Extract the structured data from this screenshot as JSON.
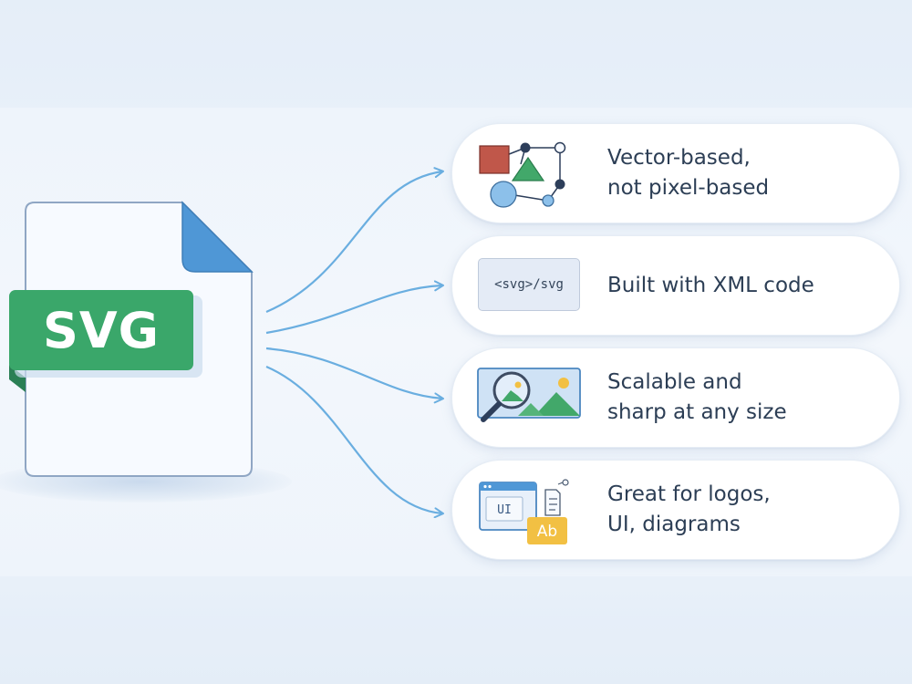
{
  "file": {
    "label": "SVG",
    "colors": {
      "label_green": "#3aa76a",
      "fold_blue": "#4f97d6",
      "paper": "#f7faff"
    }
  },
  "features": [
    {
      "line1": "Vector-based,",
      "line2": "not pixel-based",
      "icon": "shapes-network-icon"
    },
    {
      "line1": "Built with XML code",
      "line2": "",
      "icon": "code-snippet-icon",
      "code": "<svg>/svg"
    },
    {
      "line1": "Scalable and",
      "line2": "sharp at any size",
      "icon": "magnifier-image-icon"
    },
    {
      "line1": "Great for logos,",
      "line2": "UI, diagrams",
      "icon": "ui-logo-icon",
      "ui_text": "UI",
      "badge_text": "Ab"
    }
  ],
  "colors": {
    "arrow": "#6aaee0",
    "text": "#2c3e55",
    "shape_red": "#c0574a",
    "shape_green": "#42a86a",
    "shape_blue": "#8cc0ea",
    "node_dark": "#2d3e5a",
    "badge_yellow": "#f2c043"
  }
}
